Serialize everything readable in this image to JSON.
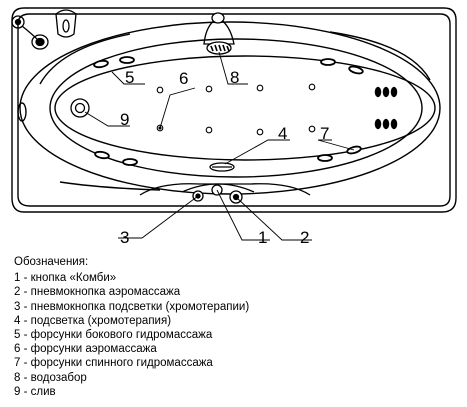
{
  "diagram": {
    "callouts": [
      "5",
      "6",
      "8",
      "9",
      "4",
      "7",
      "3",
      "1",
      "2"
    ]
  },
  "legend": {
    "heading": "Обозначения:",
    "items": [
      "1 - кнопка «Комби»",
      "2 - пневмокнопка аэромассажа",
      "3 - пневмокнопка подсветки (хромотерапии)",
      "4 - подсветка (хромотерапия)",
      "5 - форсунки бокового гидромассажа",
      "6 - форсунки аэромассажа",
      "7 - форсунки спинного гидромассажа",
      "8 - водозабор",
      "9 - слив"
    ]
  }
}
